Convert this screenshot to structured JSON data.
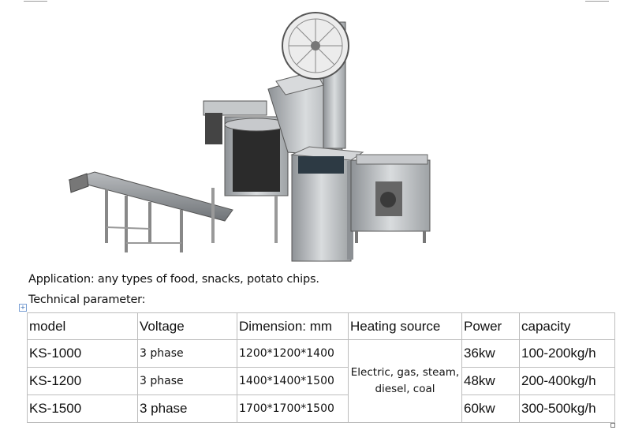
{
  "caption": {
    "application": "Application: any types of food, snacks, potato chips.",
    "technical": "Technical parameter:"
  },
  "table": {
    "headers": [
      "model",
      "Voltage",
      "Dimension: mm",
      "Heating source",
      "Power",
      "capacity"
    ],
    "heating_source": "Electric, gas, steam, diesel, coal",
    "rows": [
      {
        "model": "KS-1000",
        "voltage": "3 phase",
        "dimension": "1200*1200*1400",
        "power": "36kw",
        "capacity": "100-200kg/h"
      },
      {
        "model": "KS-1200",
        "voltage": "3 phase",
        "dimension": "1400*1400*1500",
        "power": "48kw",
        "capacity": "200-400kg/h"
      },
      {
        "model": "KS-1500",
        "voltage": "3 phase",
        "dimension": "1700*1700*1500",
        "power": "60kw",
        "capacity": "300-500kg/h"
      }
    ]
  }
}
